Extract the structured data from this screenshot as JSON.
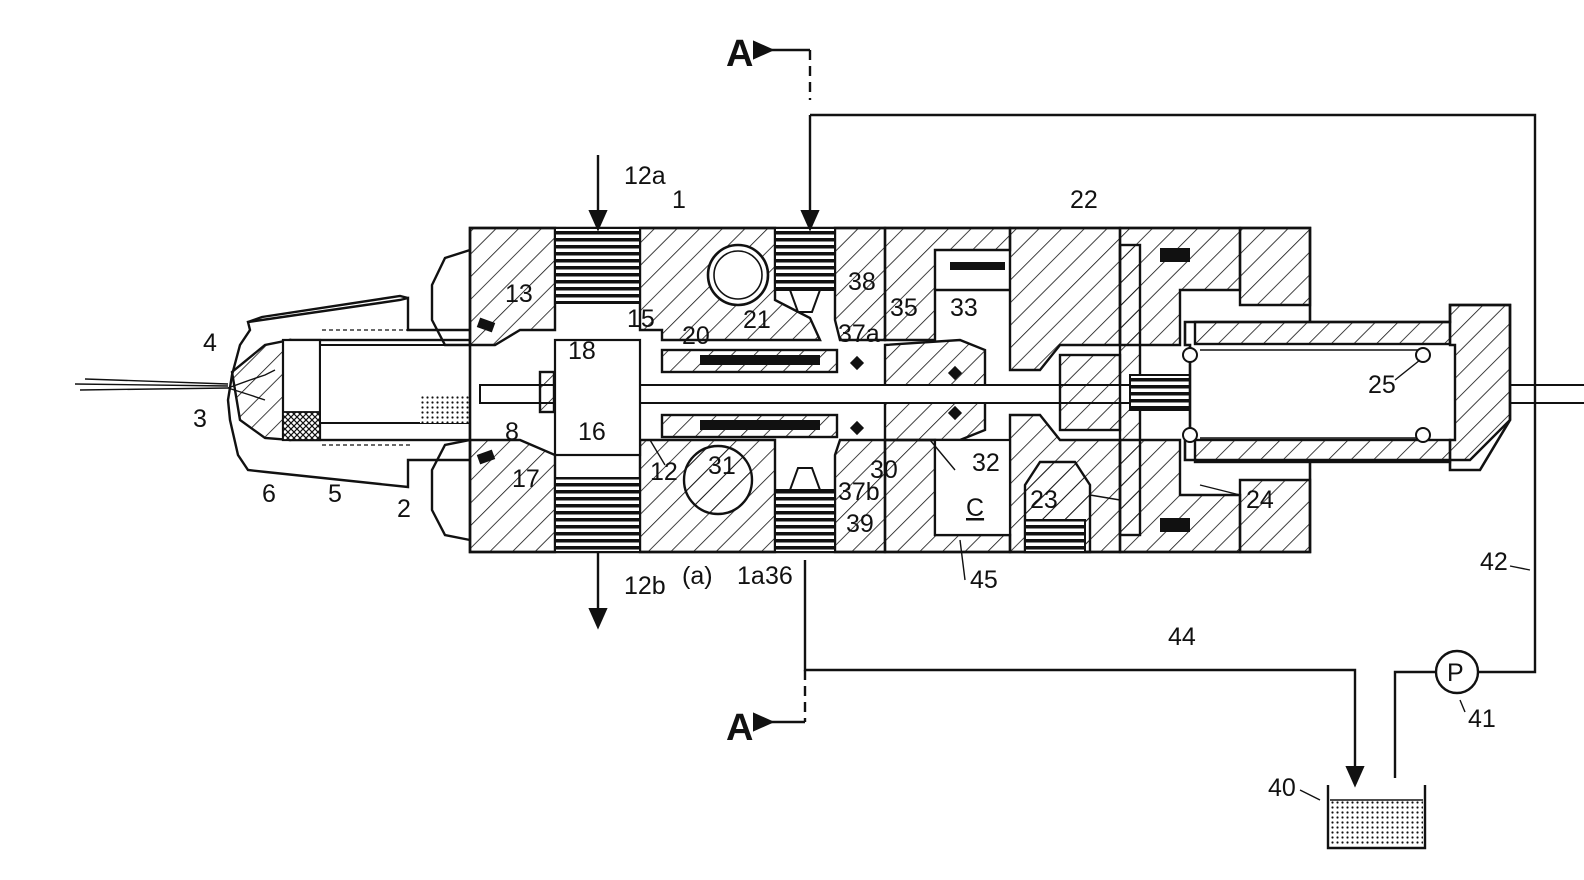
{
  "figure": {
    "section_marker_top": "A",
    "section_marker_bottom": "A",
    "pump_symbol": "P",
    "chamber_label": "C"
  },
  "labels": {
    "n1": "1",
    "n2": "2",
    "n3": "3",
    "n4": "4",
    "n5": "5",
    "n6": "6",
    "n8": "8",
    "n12": "12",
    "n12a": "12a",
    "n12b": "12b",
    "n13": "13",
    "n15": "15",
    "n16": "16",
    "n17": "17",
    "n18": "18",
    "n20": "20",
    "n21": "21",
    "n22": "22",
    "n23": "23",
    "n24": "24",
    "n25": "25",
    "n30": "30",
    "n31": "31",
    "n32": "32",
    "n33": "33",
    "n35": "35",
    "n36": "36",
    "n37a": "37a",
    "n37b": "37b",
    "n38": "38",
    "n39": "39",
    "n40": "40",
    "n41": "41",
    "n42": "42",
    "n44": "44",
    "n45": "45",
    "na": "(a)",
    "n1a": "1a"
  }
}
